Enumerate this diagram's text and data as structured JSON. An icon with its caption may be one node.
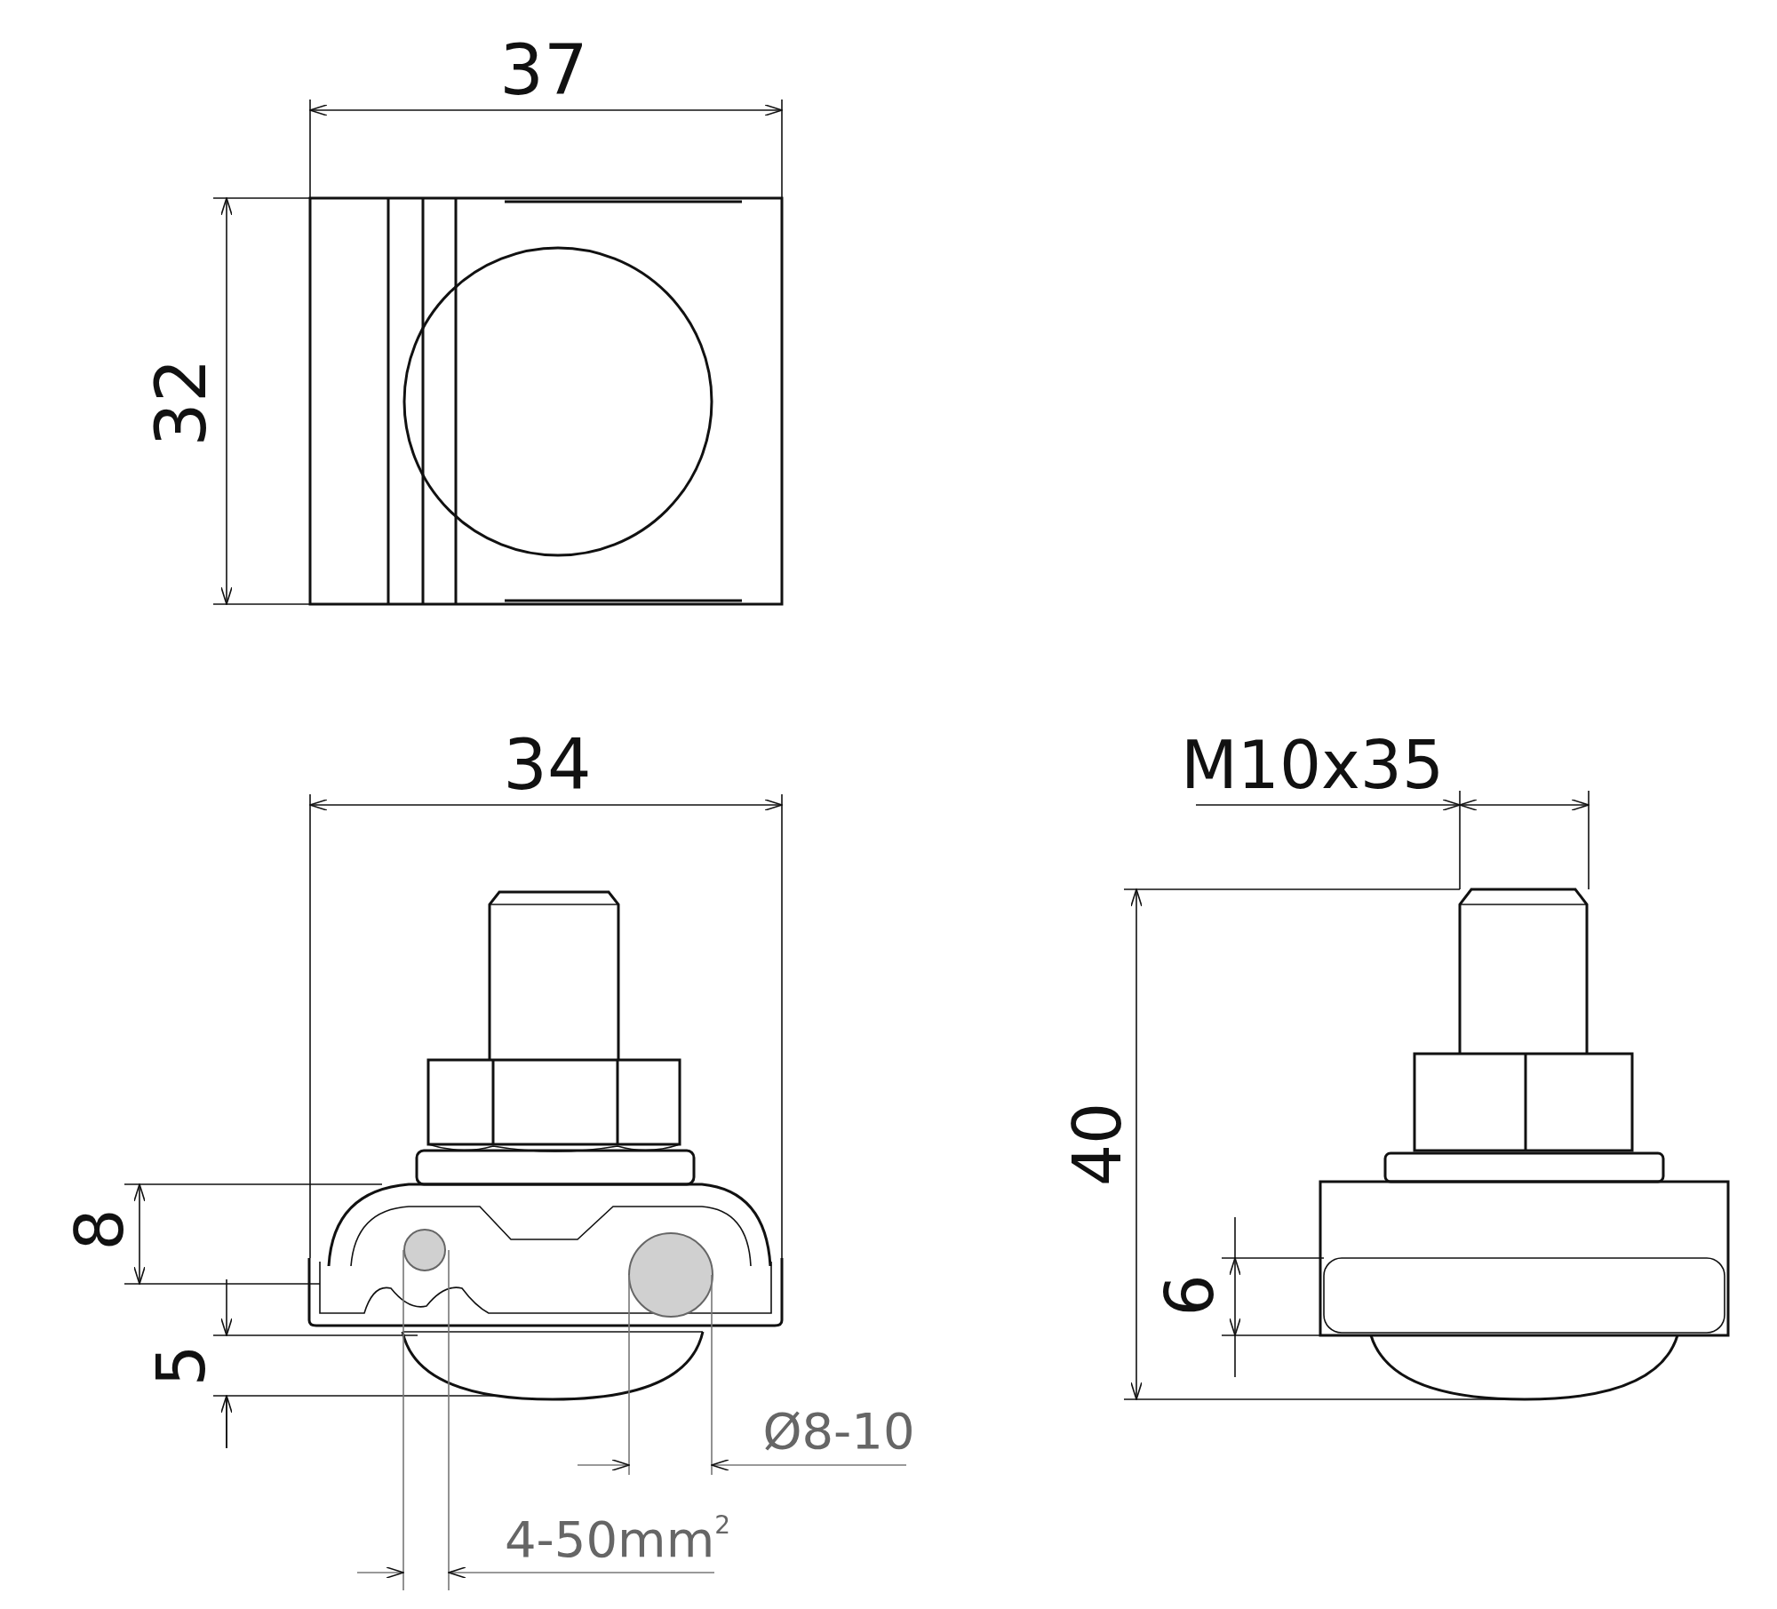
{
  "diagram": {
    "labels": [
      "37",
      "32",
      "34",
      "M10x35",
      "40",
      "8",
      "6",
      "5",
      "Ø8-10",
      "4-50mm$^{2}$"
    ]
  }
}
